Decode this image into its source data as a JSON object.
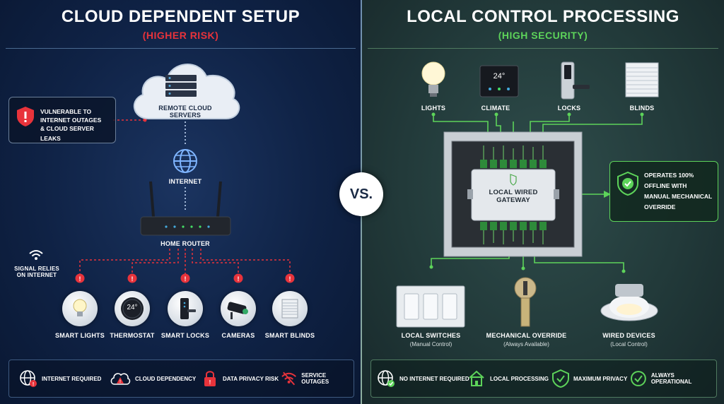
{
  "left": {
    "title": "CLOUD DEPENDENT SETUP",
    "subtitle": "(HIGHER RISK)",
    "cloud_label_1": "REMOTE CLOUD",
    "cloud_label_2": "SERVERS",
    "warning_line1": "VULNERABLE TO",
    "warning_line2": "INTERNET OUTAGES",
    "warning_line3": "& CLOUD SERVER LEAKS",
    "internet_label": "INTERNET",
    "router_label": "HOME ROUTER",
    "signal_line1": "SIGNAL RELIES",
    "signal_line2": "ON INTERNET",
    "thermostat_display": "24°",
    "devices": [
      "SMART LIGHTS",
      "THERMOSTAT",
      "SMART LOCKS",
      "CAMERAS",
      "SMART BLINDS"
    ],
    "footer": [
      "INTERNET REQUIRED",
      "CLOUD DEPENDENCY",
      "DATA PRIVACY RISK",
      "SERVICE OUTAGES"
    ]
  },
  "vs": "VS.",
  "right": {
    "title": "LOCAL CONTROL PROCESSING",
    "subtitle": "(HIGH SECURITY)",
    "climate_display": "24°",
    "top_devices": [
      "LIGHTS",
      "CLIMATE",
      "LOCKS",
      "BLINDS"
    ],
    "gateway_line1": "LOCAL WIRED",
    "gateway_line2": "GATEWAY",
    "callout_line1": "OPERATES 100%",
    "callout_line2": "OFFLINE WITH",
    "callout_line3": "MANUAL MECHANICAL",
    "callout_line4": "OVERRIDE",
    "bottom_devices": [
      {
        "label": "LOCAL SWITCHES",
        "sub": "(Manual Control)"
      },
      {
        "label": "MECHANICAL OVERRIDE",
        "sub": "(Always Available)"
      },
      {
        "label": "WIRED DEVICES",
        "sub": "(Local Control)"
      }
    ],
    "footer": [
      "NO INTERNET REQUIRED",
      "LOCAL PROCESSING",
      "MAXIMUM PRIVACY",
      "ALWAYS OPERATIONAL"
    ]
  },
  "colors": {
    "risk": "#e8333b",
    "secure": "#5dd35a",
    "left_bg": "#0f2245",
    "right_bg": "#223a3a"
  }
}
